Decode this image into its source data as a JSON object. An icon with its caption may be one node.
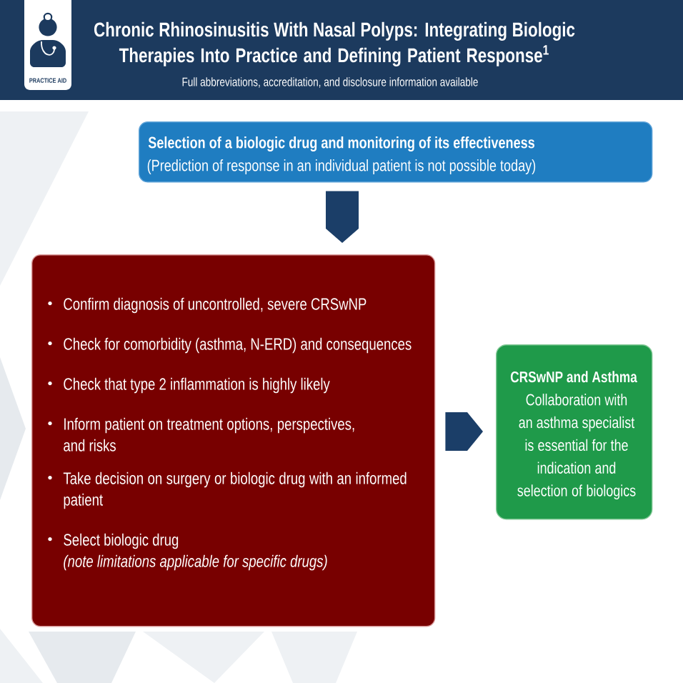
{
  "diagram": {
    "title": "Chronic Rhinosinusitis With Nasal Polyps: Integrating Biologic Therapies Into Practice and Defining Patient Response$^{1}$",
    "nodes": [
      {
        "text": [
          "Selection of a biologic drug and monitoring of its effectiveness",
          "(Prediction of response in an individual patient is not possible today)"
        ]
      },
      {
        "text": [
          "Confirm diagnosis of uncontrolled, severe CRSwNP",
          "Check for comorbidity (asthma, N-ERD) and consequences",
          "Check that type 2 inflammation is highly likely",
          "Inform patient on treatment options, perspectives, and risks",
          "Take decision on surgery or biologic drug with an informed patient",
          "Select biologic drug",
          "(note limitations applicable for specific drugs)"
        ]
      },
      {
        "text": [
          "CRSwNP and Asthma",
          "Collaboration with an asthma specialist is essential for the indication and selection of biologics"
        ]
      }
    ],
    "edges": [
      {
        "from": 0,
        "to": 1,
        "arrow": "to"
      },
      {
        "from": 1,
        "to": 2,
        "arrow": "to"
      }
    ],
    "labels": [
      "PRACTICE AID",
      "Full abbreviations, accreditation, and disclosure information available"
    ]
  }
}
